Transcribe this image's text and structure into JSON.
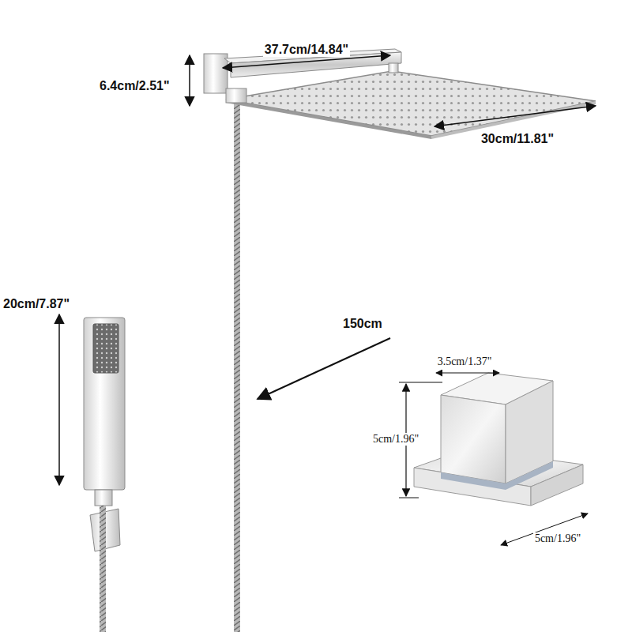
{
  "diagram": {
    "labels": [
      "37.7cm/14.84\"",
      "6.4cm/2.51\"",
      "30cm/11.81\"",
      "20cm/7.87\"",
      "150cm",
      "3.5cm/1.37\"",
      "5cm/1.96\"",
      "5cm/1.96\""
    ]
  }
}
